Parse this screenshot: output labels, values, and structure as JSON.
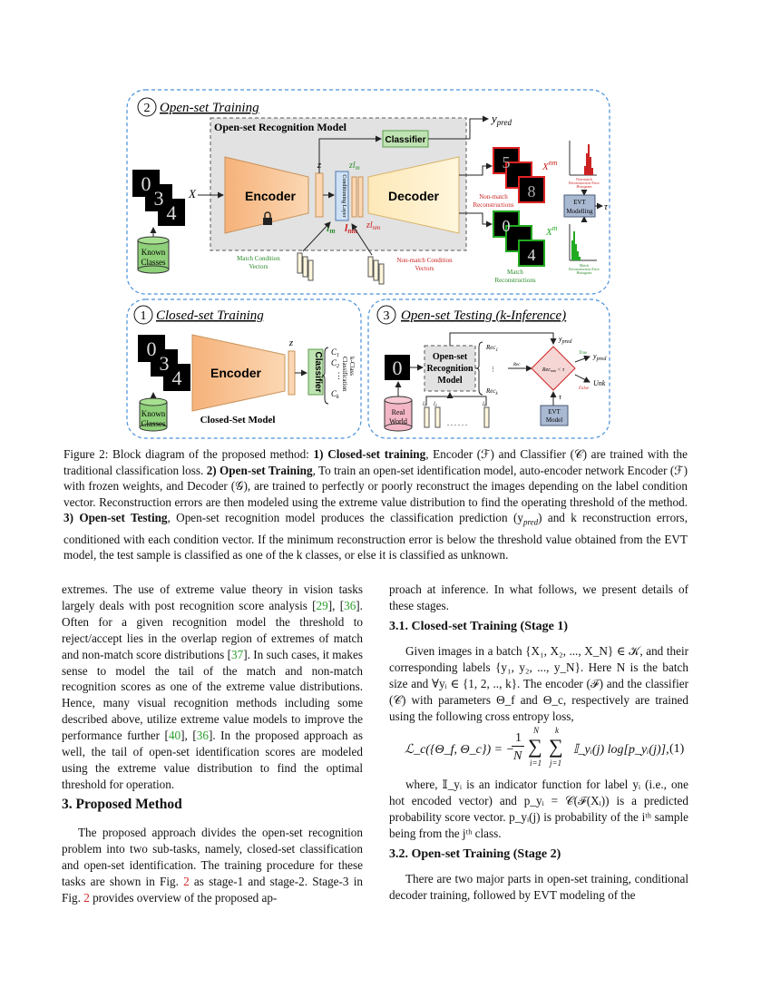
{
  "figure": {
    "panel2": {
      "number": "2",
      "title": "Open-set Training",
      "model_title": "Open-set Recognition Model",
      "encoder_label": "Encoder",
      "decoder_label": "Decoder",
      "classifier_label": "Classifier",
      "conditioning_label": "Conditioning Layer",
      "z_label": "z",
      "zlm_label": "zl",
      "zlm_sub": "m",
      "zlnm_label": "zl",
      "zlnm_sub": "nm",
      "lm_label": "l",
      "lm_sub": "m",
      "lnm_label": "l",
      "lnm_sub": "nm",
      "x_label": "X",
      "ypred_label": "y",
      "ypred_sub": "pred",
      "xnm_label": "X",
      "xnm_sup": "nm",
      "xm_label": "X",
      "xm_sup": "m",
      "known_classes": [
        "Known",
        "Classes"
      ],
      "match_vectors": [
        "Match Condition",
        "Vectors"
      ],
      "nonmatch_vectors": [
        "Non-match Condition",
        "Vectors"
      ],
      "nonmatch_recon": [
        "Non-match",
        "Reconstructions"
      ],
      "match_recon": [
        "Match",
        "Reconstructions"
      ],
      "evt_label": [
        "EVT",
        "Modelling"
      ],
      "tau": "τ",
      "hist_nonmatch": [
        "Non-match",
        "Reconstruction Error",
        "Histogram"
      ],
      "hist_match": [
        "Match",
        "Reconstruction Error",
        "Histogram"
      ]
    },
    "panel1": {
      "number": "1",
      "title": "Closed-set Training",
      "encoder_label": "Encoder",
      "classifier_label": "Classifier",
      "z_label": "z",
      "model_caption": "Closed-Set Model",
      "known_classes": [
        "Known",
        "Classes"
      ],
      "c_labels": [
        "C",
        "C",
        "C"
      ],
      "c_subs": [
        "1",
        "2",
        "k"
      ],
      "kclass_label": [
        "k-Class",
        "Classification"
      ]
    },
    "panel3": {
      "number": "3",
      "title": "Open-set Testing (k-Inference)",
      "model_label": [
        "Open-set",
        "Recognition",
        "Model"
      ],
      "real_world": [
        "Real",
        "World"
      ],
      "rec1": "Rec",
      "rec1_sub": "1",
      "reck": "Rec",
      "reck_sub": "k",
      "rec_small": "Rec",
      "decision": "Rec",
      "decision_sub": "min",
      "decision_rest": " < τ",
      "true_label": "True",
      "false_label": "False",
      "ypred": "y",
      "ypred_sub": "pred",
      "unk": "Unk",
      "tau": "τ",
      "evt_model": [
        "EVT",
        "Model"
      ],
      "l_labels": [
        "l",
        "l",
        "l"
      ],
      "l_subs": [
        "1",
        "2",
        "k"
      ],
      "dots": ". . . . . ."
    }
  },
  "caption": {
    "prefix": "Figure 2: Block diagram of the proposed method: ",
    "s1_bold": "1) Closed-set training",
    "s1": ", Encoder (ℱ) and Classifier (𝒞) are trained with the traditional classification loss. ",
    "s2_bold": "2) Open-set Training",
    "s2": ", To train an open-set identification model, auto-encoder network Encoder (ℱ) with frozen weights, and Decoder (𝒢), are trained to perfectly or poorly reconstruct the images depending on the label condition vector. Reconstruction errors are then modeled using the extreme value distribution to find the operating threshold of the method. ",
    "s3_bold": "3) Open-set Testing",
    "s3": ", Open-set recognition model produces the classification prediction (y",
    "s3_sub": "pred",
    "s3_rest": ") and k reconstruction errors, conditioned with each condition vector. If the minimum reconstruction error is below the threshold value obtained from the EVT model, the test sample is classified as one of the k classes, or else it is classified as unknown."
  },
  "left_col": {
    "p1": [
      "extremes. The use of extreme value theory in vision tasks largely deals with post recognition score analysis [",
      "29",
      "], [",
      "36",
      "]. Often for a given recognition model the threshold to reject/accept lies in the overlap region of extremes of match and non-match score distributions [",
      "37",
      "]. In such cases, it makes sense to model the tail of the match and non-match recognition scores as one of the extreme value distributions. Hence, many visual recognition methods including some described above, utilize extreme value models to improve the performance further [",
      "40",
      "], [",
      "36",
      "]. In the proposed approach as well, the tail of open-set identification scores are modeled using the extreme value distribution to find the optimal threshold for operation."
    ],
    "section_title": "3. Proposed Method",
    "p2": [
      "The proposed approach divides the open-set recognition problem into two sub-tasks, namely, closed-set classification and open-set identification. The training procedure for these tasks are shown in Fig. ",
      "2",
      " as stage-1 and stage-2. Stage-3 in Fig. ",
      "2",
      " provides overview of the proposed ap-"
    ]
  },
  "right_col": {
    "p0": "proach at inference. In what follows, we present details of these stages.",
    "sub1": "3.1. Closed-set Training (Stage 1)",
    "p1": "Given images in a batch {X₁, X₂, ..., X_N} ∈ 𝒦, and their corresponding labels {y₁, y₂, ..., y_N}. Here N is the batch size and ∀yᵢ ∈ {1, 2, .., k}. The encoder (ℱ) and the classifier (𝒞) with parameters Θ_f and Θ_c, respectively are trained using the following cross entropy loss,",
    "eq_lhs": "ℒ_c({Θ_f, Θ_c}) = −",
    "eq_frac_num": "1",
    "eq_frac_den": "N",
    "eq_sum1_top": "N",
    "eq_sum1_bot": "i=1",
    "eq_sum2_top": "k",
    "eq_sum2_bot": "j=1",
    "eq_rhs": "𝕀_yᵢ(j) log[p_yᵢ(j)],",
    "eq_number": "(1)",
    "p2": "where, 𝕀_yᵢ is an indicator function for label yᵢ (i.e., one hot encoded vector) and p_yᵢ = 𝒞(ℱ(Xᵢ)) is a predicted probability score vector. p_yᵢ(j) is probability of the iᵗʰ sample being from the jᵗʰ class.",
    "sub2": "3.2. Open-set Training (Stage 2)",
    "p3": "There are two major parts in open-set training, conditional decoder training, followed by EVT modeling of the"
  }
}
